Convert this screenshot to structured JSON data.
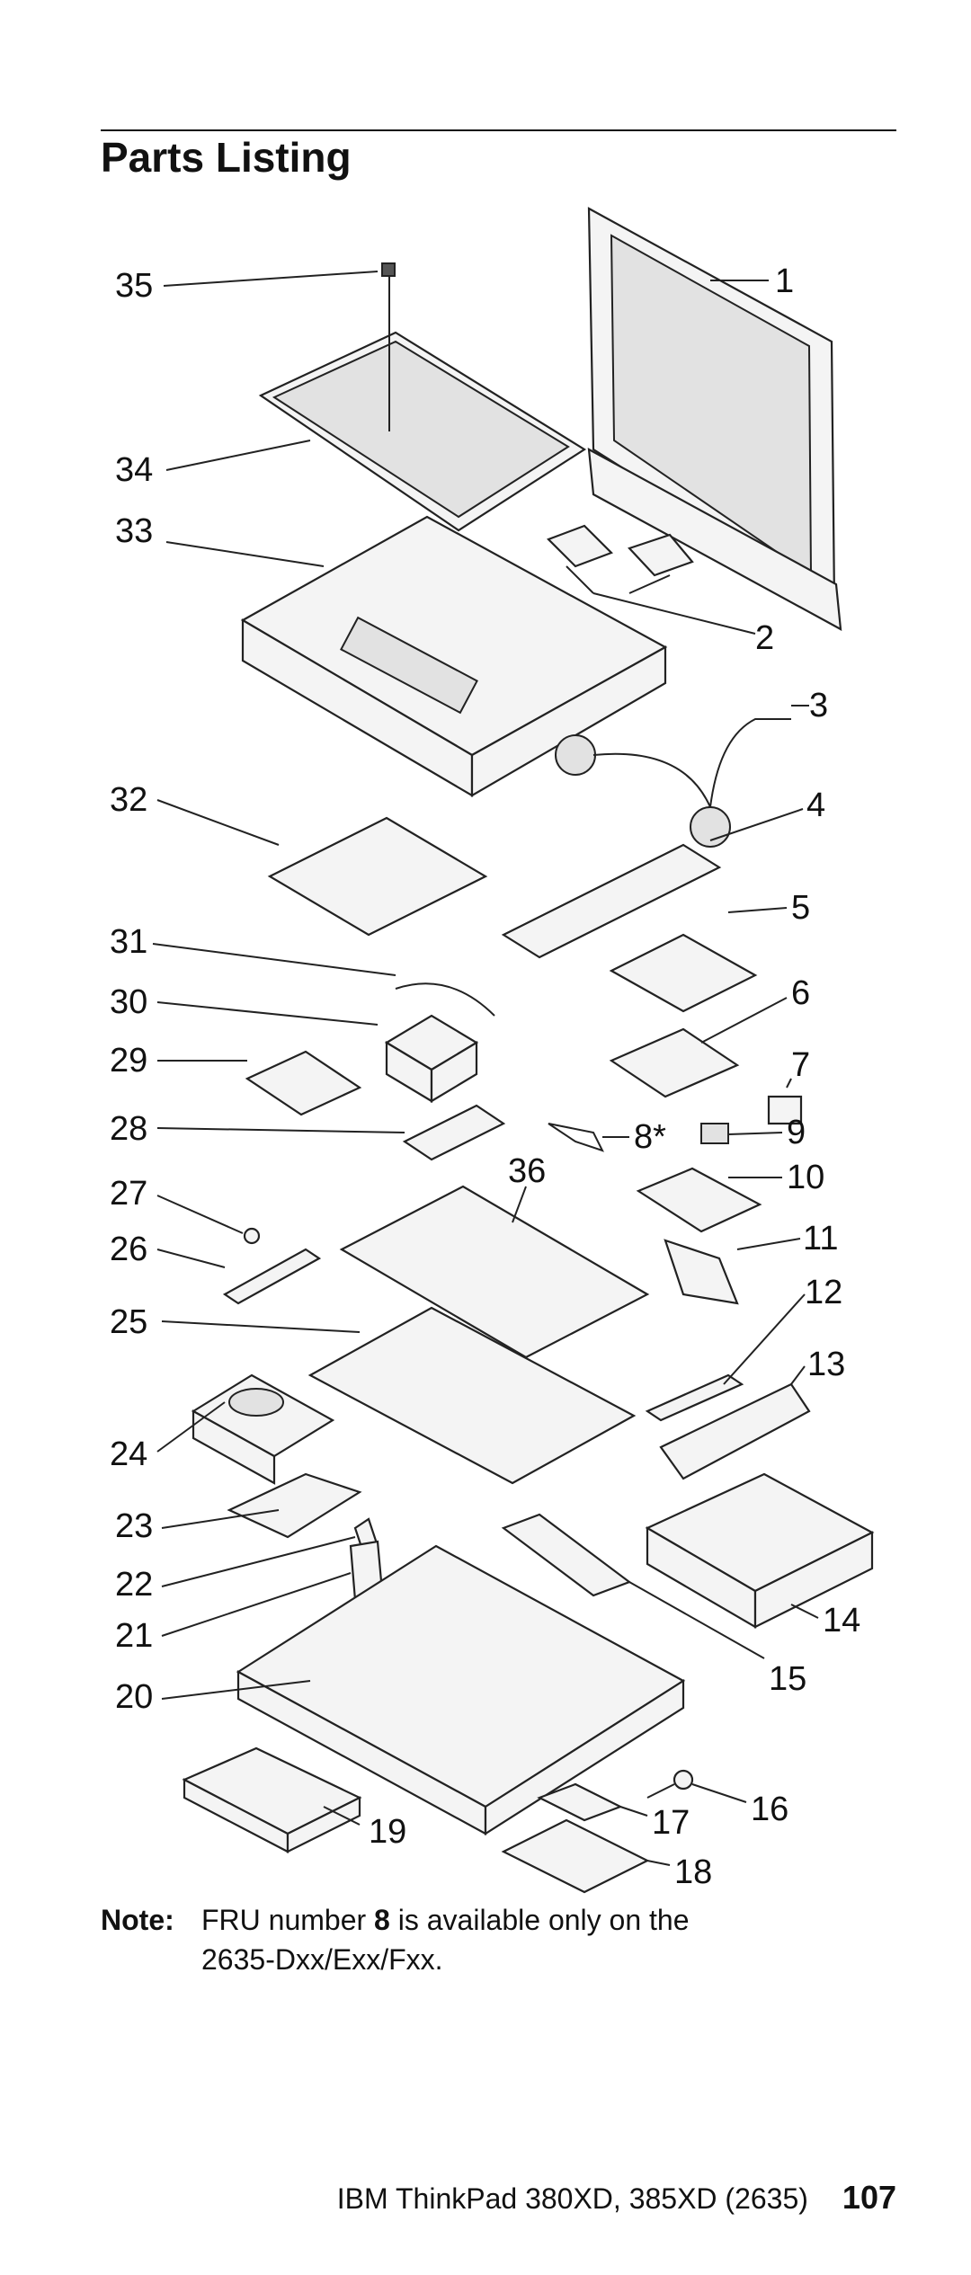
{
  "page": {
    "title": "Parts Listing",
    "note_label": "Note:",
    "note_text_before": "FRU number ",
    "note_fru": "8",
    "note_text_after": " is available only on the",
    "note_line2": "2635-Dxx/Exx/Fxx.",
    "footer_title": "IBM ThinkPad 380XD, 385XD (2635)",
    "page_number": "107"
  },
  "callouts": [
    "1",
    "2",
    "3",
    "4",
    "5",
    "6",
    "7",
    "8*",
    "9",
    "10",
    "11",
    "12",
    "13",
    "14",
    "15",
    "16",
    "17",
    "18",
    "19",
    "20",
    "21",
    "22",
    "23",
    "24",
    "25",
    "26",
    "27",
    "28",
    "29",
    "30",
    "31",
    "32",
    "33",
    "34",
    "35",
    "36"
  ]
}
